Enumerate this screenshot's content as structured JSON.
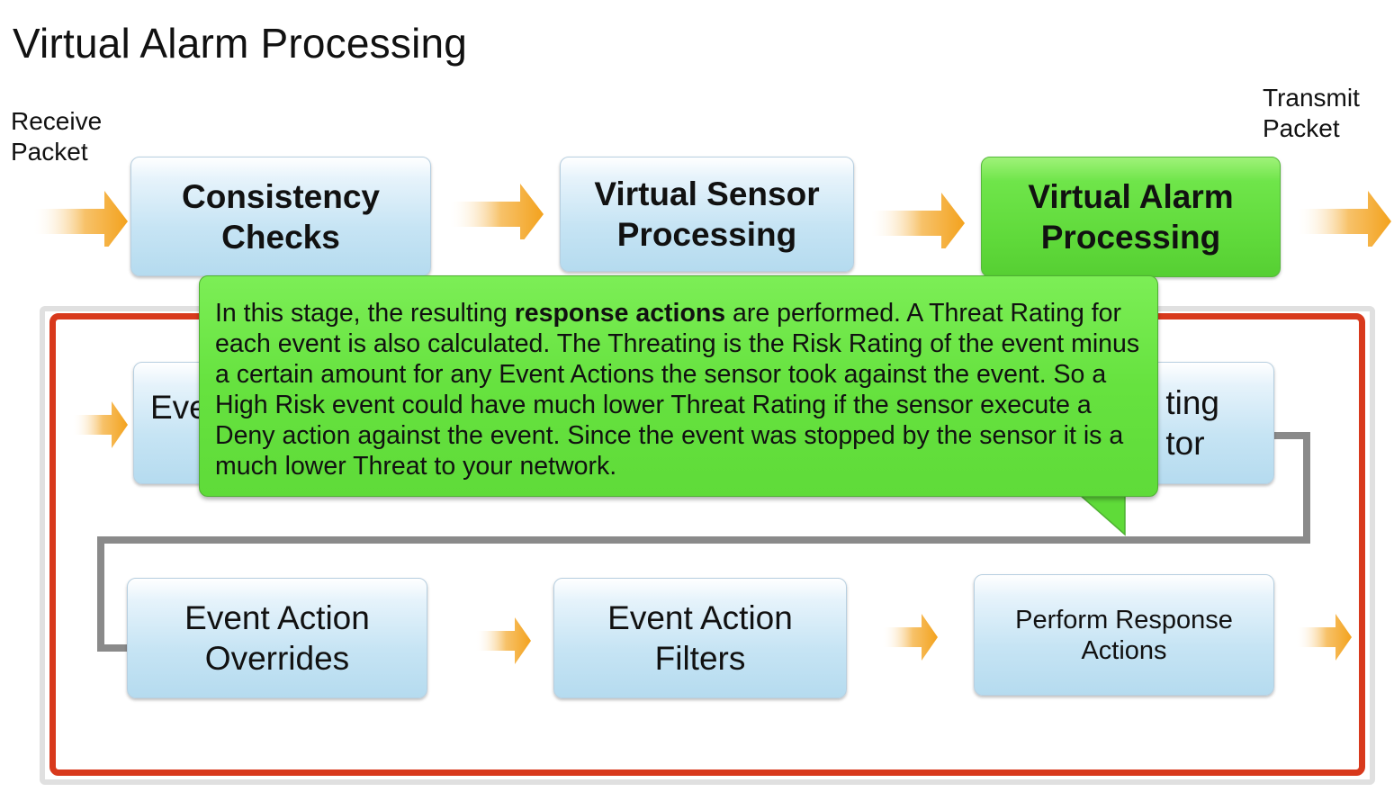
{
  "title": "Virtual Alarm Processing",
  "flow": {
    "input_label": "Receive\nPacket",
    "output_label": "Transmit\nPacket",
    "stages": [
      {
        "label": "Consistency\nChecks",
        "active": false
      },
      {
        "label": "Virtual Sensor\nProcessing",
        "active": false
      },
      {
        "label": "Virtual Alarm\nProcessing",
        "active": true
      }
    ]
  },
  "sub_stages": {
    "row1": [
      {
        "label": "Eve",
        "obscured": true
      },
      {
        "label": "ting\ntor",
        "obscured": true
      }
    ],
    "row2": [
      {
        "label": "Event Action\nOverrides"
      },
      {
        "label": "Event Action\nFilters"
      },
      {
        "label": "Perform Response\nActions"
      }
    ]
  },
  "tooltip": {
    "intro": "In this stage, the resulting ",
    "bold": "response actions",
    "body": " are performed.  A Threat Rating for each event is also calculated.  The Threating is the Risk Rating of the event minus a certain amount for any Event Actions the sensor took against the event.  So a High Risk event could have much lower Threat Rating if the sensor execute a Deny action against the event.  Since the event was stopped by the sensor it is a much lower Threat to your network."
  },
  "colors": {
    "arrow": "#f5a623",
    "active_stage": "#66e23f",
    "container_border": "#d8391c",
    "connector": "#8a8a8a"
  }
}
